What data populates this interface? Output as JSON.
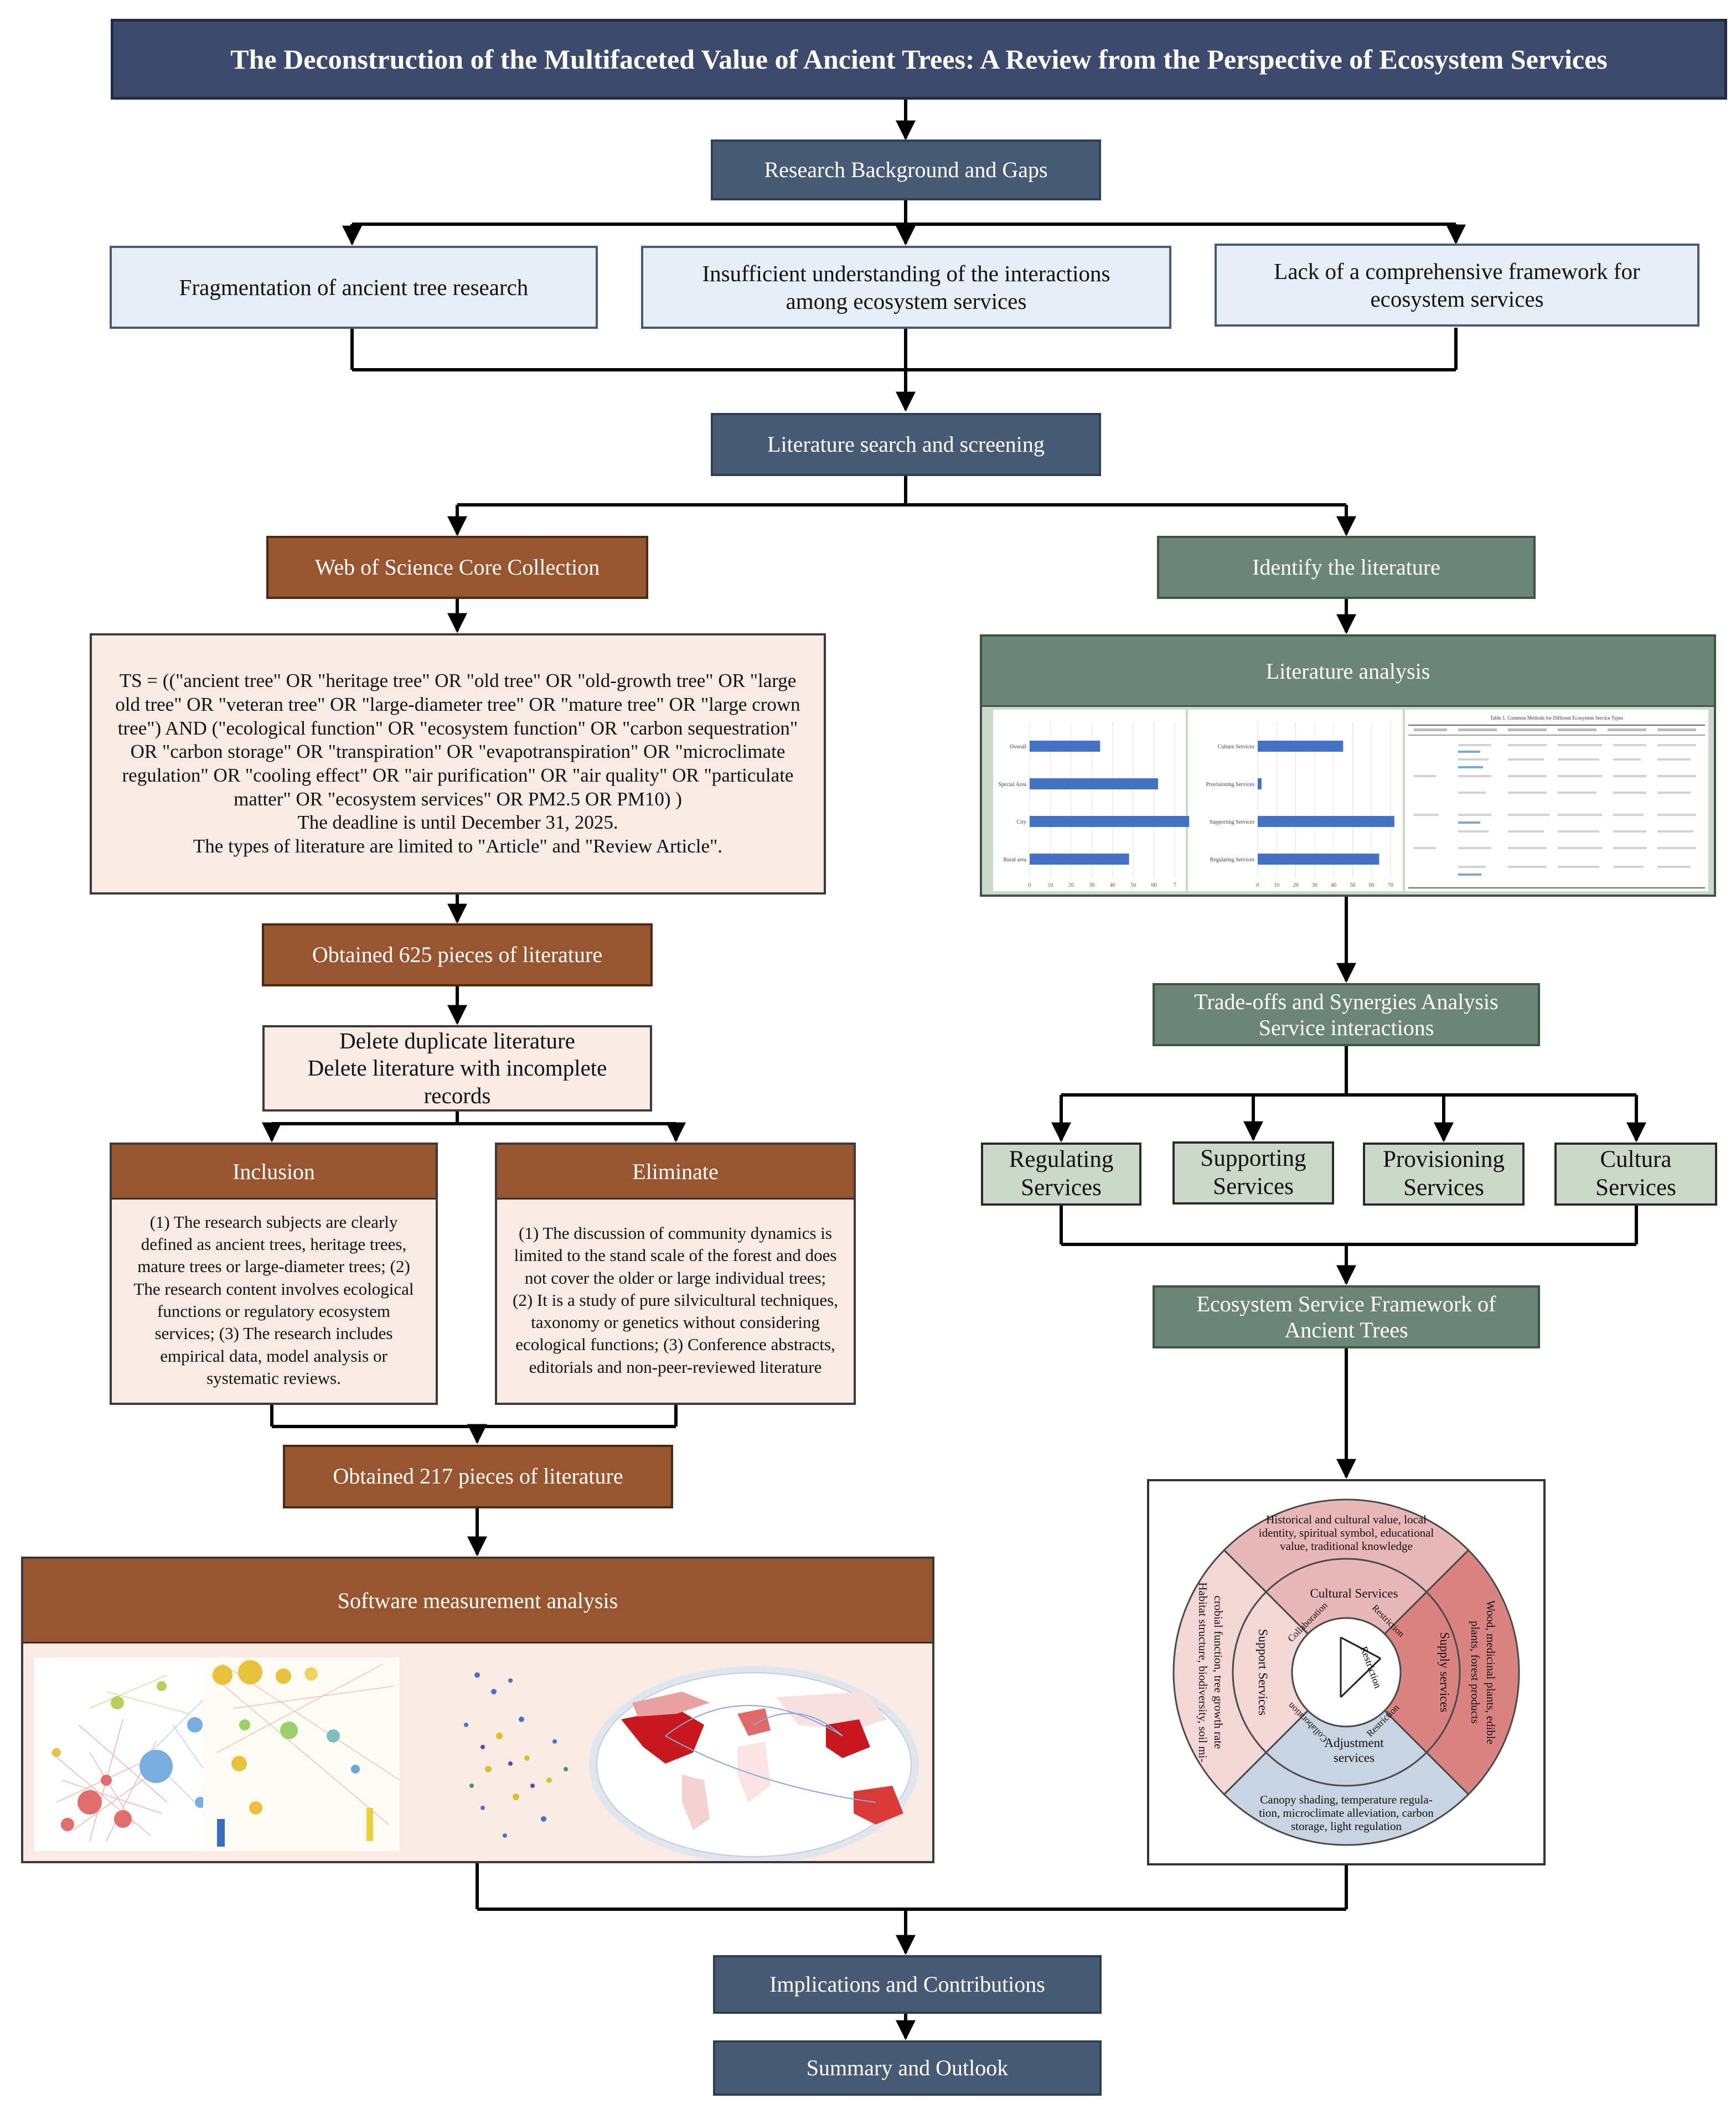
{
  "title": "The Deconstruction of the Multifaceted Value of Ancient Trees: A Review from the Perspective of Ecosystem Services",
  "background": {
    "label": "Research Background and Gaps",
    "gaps": [
      "Fragmentation of ancient tree research",
      "Insufficient understanding of the interactions among ecosystem services",
      "Lack of a comprehensive framework for ecosystem services"
    ]
  },
  "search": {
    "label": "Literature search and screening"
  },
  "left": {
    "wos": "Web of Science Core Collection",
    "query": {
      "ts": "TS = ((\"ancient tree\" OR \"heritage tree\" OR \"old tree\" OR \"old-growth tree\" OR \"large old tree\" OR \"veteran tree\" OR \"large-diameter tree\" OR \"mature tree\" OR \"large crown tree\") AND (\"ecological function\" OR \"ecosystem function\" OR \"carbon sequestration\" OR \"carbon storage\" OR \"transpiration\" OR \"evapotranspiration\" OR \"microclimate regulation\" OR \"cooling effect\" OR \"air purification\" OR \"air quality\" OR \"particulate matter\" OR \"ecosystem services\" OR PM2.5 OR PM10) )",
      "deadline": "The deadline is until December 31, 2025.",
      "types": "The types of literature are limited to \"Article\" and \"Review Article\"."
    },
    "obtained_625": "Obtained 625 pieces of literature",
    "delete": [
      "Delete duplicate literature",
      "Delete literature with incomplete records"
    ],
    "inclusion": {
      "head": "Inclusion",
      "body": "(1) The research subjects are clearly defined as ancient trees, heritage trees, mature trees or large-diameter trees; (2) The research content involves ecological functions or regulatory ecosystem services; (3) The research includes empirical data, model analysis or systematic reviews."
    },
    "eliminate": {
      "head": "Eliminate",
      "body": "(1) The discussion of community dynamics is limited to the stand scale of the forest and does not cover the older or large individual trees; (2) It is a study of pure silvicultural techniques, taxonomy or genetics without considering ecological functions; (3) Conference abstracts, editorials and non-peer-reviewed literature"
    },
    "obtained_217": "Obtained 217 pieces of literature",
    "software": "Software measurement analysis"
  },
  "right": {
    "identify": "Identify the literature",
    "analysis": "Literature analysis",
    "tradeoffs": [
      "Trade-offs and Synergies Analysis",
      "Service interactions"
    ],
    "services": [
      [
        "Regulating",
        "Services"
      ],
      [
        "Supporting",
        "Services"
      ],
      [
        "Provisioning",
        "Services"
      ],
      [
        "Cultura",
        "Services"
      ]
    ],
    "framework": [
      "Ecosystem Service Framework of",
      "Ancient Trees"
    ],
    "wheel": {
      "top_outer": [
        "Historical and cultural value, local",
        "identity, spiritual symbol, educational",
        "value, traditional knowledge"
      ],
      "right_outer": [
        "Wood, medicinal plants, edible",
        "plants, forest products"
      ],
      "bottom_outer": [
        "Canopy shading, temperature regula-",
        "tion, microclimate alleviation, carbon",
        "storage, light regulation"
      ],
      "left_outer": [
        "Habitat structure, biodiversity, soil mi-",
        "crobial function, tree growth rate"
      ],
      "cultural": "Cultural Services",
      "supply": "Supply services",
      "adjustment": [
        "Adjustment",
        "services"
      ],
      "support": "Support Services",
      "collab": "Collaboration",
      "restrict": "Restriction",
      "colors": {
        "top": "#e8b8b8",
        "right": "#d98383",
        "bottom": "#c8d4e2",
        "left": "#f3d6d6"
      }
    }
  },
  "implications": "Implications and Contributions",
  "summary": "Summary and Outlook",
  "charts": {
    "bar1": {
      "categories": [
        "Overall",
        "Special Area",
        "City",
        "Rural area"
      ],
      "ticks": [
        "0",
        "10",
        "20",
        "30",
        "40",
        "50",
        "60",
        "7"
      ],
      "values": [
        34,
        62,
        77,
        48
      ],
      "xlim": [
        0,
        70
      ]
    },
    "bar2": {
      "categories": [
        "Culture Services",
        "Provisioning Services",
        "Supporting Services",
        "Regulating Services"
      ],
      "ticks": [
        "0",
        "10",
        "20",
        "30",
        "40",
        "50",
        "60",
        "70"
      ],
      "values": [
        45,
        2,
        72,
        64
      ],
      "xlim": [
        0,
        70
      ]
    },
    "table_title": "Table 1. Common Methods for Different Ecosystem Service Types"
  }
}
